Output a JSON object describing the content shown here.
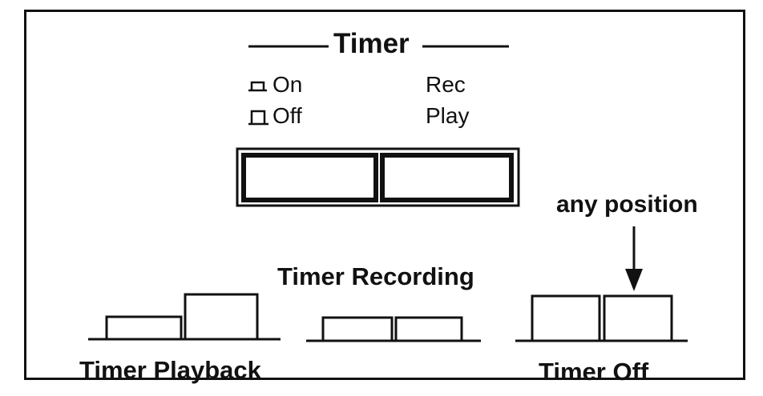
{
  "header": {
    "title": "Timer"
  },
  "switch_legend": {
    "on_label": "On",
    "off_label": "Off",
    "rec_label": "Rec",
    "play_label": "Play"
  },
  "callout": {
    "label": "any position"
  },
  "modes": {
    "playback_label": "Timer Playback",
    "recording_label": "Timer Recording",
    "off_label": "Timer Off"
  },
  "colors": {
    "ink": "#111111",
    "background": "#ffffff"
  },
  "icons": [
    "switch-up-icon",
    "switch-down-icon",
    "arrow-down-icon"
  ]
}
